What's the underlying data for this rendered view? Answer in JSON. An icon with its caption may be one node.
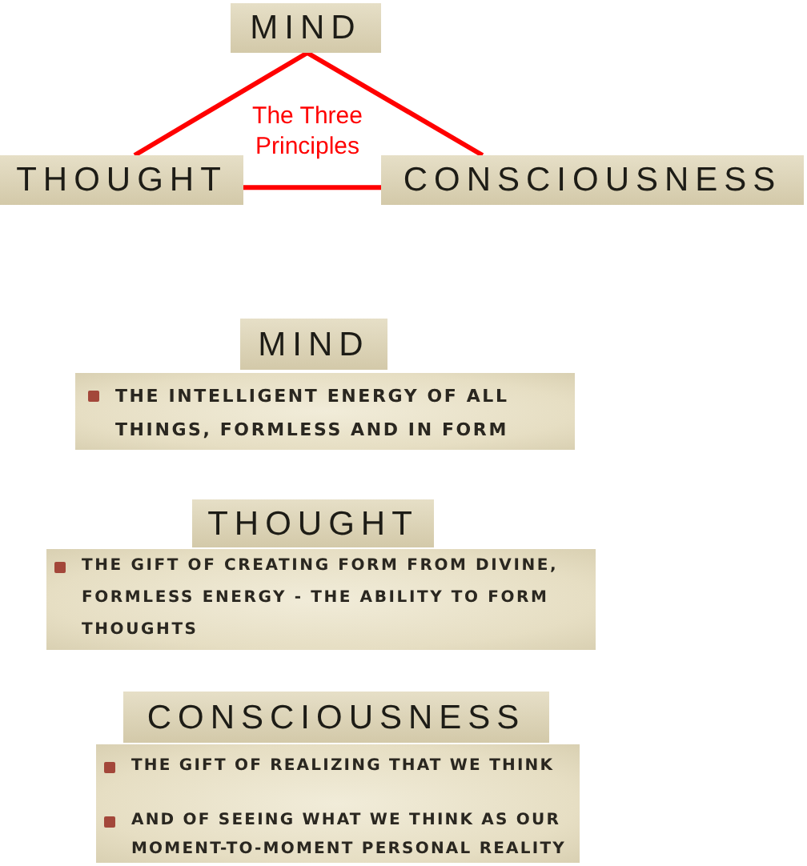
{
  "diagram": {
    "nodes": [
      {
        "text": [
          "MIND"
        ]
      },
      {
        "text": [
          "THOUGHT"
        ]
      },
      {
        "text": [
          "CONSCIOUSNESS"
        ]
      },
      {
        "text": [
          "MIND"
        ]
      },
      {
        "text": [
          "THE INTELLIGENT ENERGY OF ALL THINGS, FORMLESS AND IN FORM"
        ]
      },
      {
        "text": [
          "THOUGHT"
        ]
      },
      {
        "text": [
          "THE GIFT OF CREATING FORM FROM DIVINE, FORMLESS ENERGY - THE ABILITY TO FORM THOUGHTS"
        ]
      },
      {
        "text": [
          "CONSCIOUSNESS"
        ]
      },
      {
        "text": [
          "THE GIFT OF REALIZING THAT WE THINK",
          "AND OF SEEING WHAT WE THINK AS OUR MOMENT-TO-MOMENT PERSONAL REALITY"
        ]
      }
    ],
    "edges": [
      {
        "from": 0,
        "to": 1,
        "arrow": "none"
      },
      {
        "from": 0,
        "to": 2,
        "arrow": "none"
      },
      {
        "from": 1,
        "to": 2,
        "arrow": "none"
      }
    ],
    "labels": [
      "The Three Principles"
    ]
  }
}
